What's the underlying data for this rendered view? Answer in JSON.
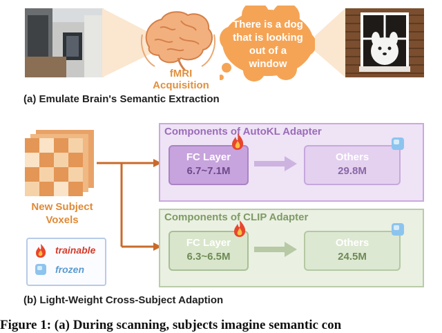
{
  "top": {
    "speech_text": "There is a dog that is looking out of a window",
    "fmri_label": "fMRI Acquisition",
    "caption": "(a) Emulate Brain's Semantic Extraction"
  },
  "bottom": {
    "voxel_label": "New Subject Voxels",
    "legend": {
      "trainable": "trainable",
      "frozen": "frozen"
    },
    "autokl": {
      "title": "Components of AutoKL Adapter",
      "fc_label": "FC Layer",
      "fc_params": "6.7~7.1M",
      "others_label": "Others",
      "others_params": "29.8M"
    },
    "clip": {
      "title": "Components of CLIP Adapter",
      "fc_label": "FC Layer",
      "fc_params": "6.3~6.5M",
      "others_label": "Others",
      "others_params": "24.5M"
    },
    "caption": "(b) Light-Weight Cross-Subject Adaption"
  },
  "figure_caption": "Figure 1: (a) During scanning, subjects imagine semantic con",
  "colors": {
    "orange": "#e3a060",
    "speech_bubble": "#f5a455",
    "autokl_bg": "#efe3f6",
    "autokl_border": "#b48acb",
    "autokl_accent": "#9a6cb8",
    "clip_bg": "#eaf0e2",
    "clip_border": "#a8bf95",
    "clip_accent": "#7f9a66",
    "arrow_brown": "#c96a2a",
    "legend_border": "#b7cbe8",
    "trainable_red": "#d43a2a",
    "frozen_blue": "#5aa0d8"
  }
}
